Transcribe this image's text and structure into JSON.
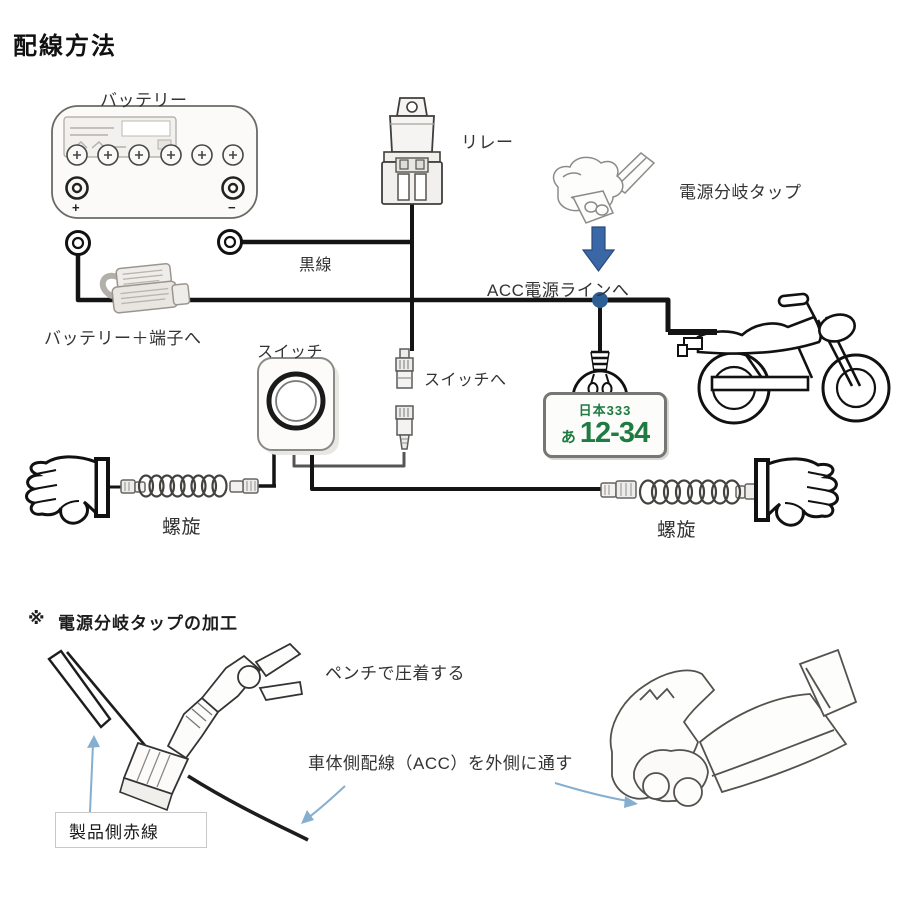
{
  "title": "配線方法",
  "wiring": {
    "battery_label": "バッテリー",
    "relay_label": "リレー",
    "power_tap_label": "電源分岐タップ",
    "black_wire_label": "黒線",
    "acc_label": "ACC電源ラインへ",
    "battery_terminal_label": "バッテリー＋端子へ",
    "switch_label": "スイッチ",
    "to_switch_label": "スイッチへ",
    "spiral_left_label": "螺旋",
    "spiral_right_label": "螺旋",
    "battery_plus": "+",
    "battery_minus": "−",
    "plate": {
      "region": "日本",
      "class_no": "333",
      "kana": "あ",
      "number": "12-34"
    }
  },
  "processing": {
    "marker": "※",
    "heading": "電源分岐タップの加工",
    "crimp_note": "ペンチで圧着する",
    "route_note": "車体側配線（ACC）を外側に通す",
    "red_wire_label": "製品側赤線"
  },
  "colors": {
    "arrow_blue": "#3a68a6",
    "junction_blue": "#2d5e94",
    "thin_arrow_blue": "#85aed0",
    "plate_green": "#1e7b41",
    "wire_black": "#141414"
  }
}
